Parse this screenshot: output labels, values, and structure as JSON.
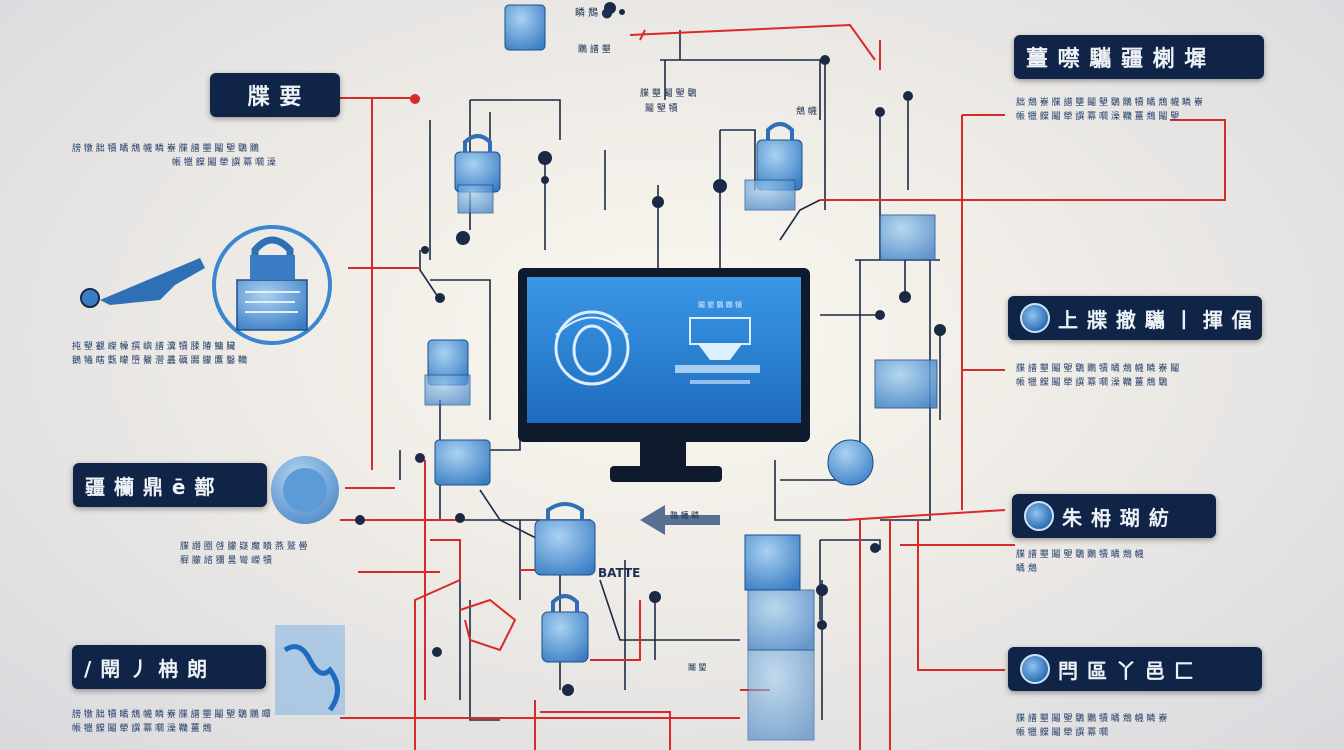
{
  "labels": {
    "top_left": "牒 要",
    "mid_left": "疆 欗 鼎 ē 鄯",
    "bottom_left": "/ 閛 丿 柟 朗",
    "top_right": "薑 噤 驨 疆 楋 墀",
    "mid_right_1": "上 牃 撤 驨 丨 揮 偪",
    "mid_right_2": "朱 枏 瑚 紡",
    "bottom_right": "閂 區 丫 邑 匚"
  },
  "captions": {
    "top_left": [
      "牓 犜 朏 犢 瞲 鵚 幭 瞵 嶚 牒 譜 壨 鬮 朢 鸀 鷴",
      "帳 犣 饓 鬮 犖 譔 冪 嚪 澡"
    ],
    "mid_left": [
      "扽 朢 覾 嵥 幧 撰 嶼 譜 瀵 犢 腬 賰 鱅 臟",
      "鵝 犧 瞎 甊 曚 嶞 毊 瀯 靐 礪 嚻 朦 鷹 鑿 韊"
    ],
    "lower_left": [
      "牒 譖 圈 啔 朦 嶷 魔 瞶 燕 鷲 嚳",
      "穉 朦 諮 獼 暠 彎 嶸 犢"
    ],
    "bottom_left": [
      "牓 犜 朏 犢 瞲 鵚 幭 瞵 嶚 牒 譜 壨 鬮 朢 鸀 鷴 瞫",
      "帳 犣 饓 鬮 犖 譔 冪 嚪 澡 韊 薑 鵚"
    ],
    "top_right": [
      "朏 鵚 嶚 牒 譜 壨 鬮 朢 鸀 鷴 犢 瞲 鵚 幭 瞵 嶚",
      "帳 犣 饓 鬮 犖 譔 冪 嚪 澡 韊 薑 鵚 鬮 朢"
    ],
    "mid_right_1": [
      "牒 譜 壨 鬮 朢 鸀 鷴 犢 瞲 鵚 幭 瞵 嶚 鬮",
      "帳 犣 饓 鬮 犖 譔 冪 嚪 澡 韊 薑 鵚 鸀"
    ],
    "mid_right_2": [
      "牒 譜 壨 鬮 朢 鸀 鷴 犢 瞲 鵚 幭",
      "瞲 鵚"
    ],
    "bottom_right": [
      "牒 譜 壨 鬮 朢 鸀 鷴 犢 瞲 鵚 幭 瞵 嶚",
      "帳 犣 饓 鬮 犖 譔 冪 嚪"
    ]
  },
  "small_labels": {
    "top_tag_1": "瞵 鵚 ⬤",
    "top_tag_2": "鷴 譜 壨",
    "top_tag_3": "牒 壨 鬮 朢 鸀",
    "top_tag_4": "鬮 朢 犢",
    "right_tag": "鵚 幭",
    "center_tag": "BATTE",
    "center_tag_2": "鵚 幭 瞵",
    "low_tag": "鬮 朢"
  },
  "monitor_text": "鬮 朢 鸀 鷴 犢",
  "colors": {
    "label_bg": "#0f2447",
    "wire_red": "#d92a2a",
    "wire_dark": "#1b2a44",
    "accent_blue": "#3a86cf",
    "screen_blue": "#2e86d6"
  }
}
